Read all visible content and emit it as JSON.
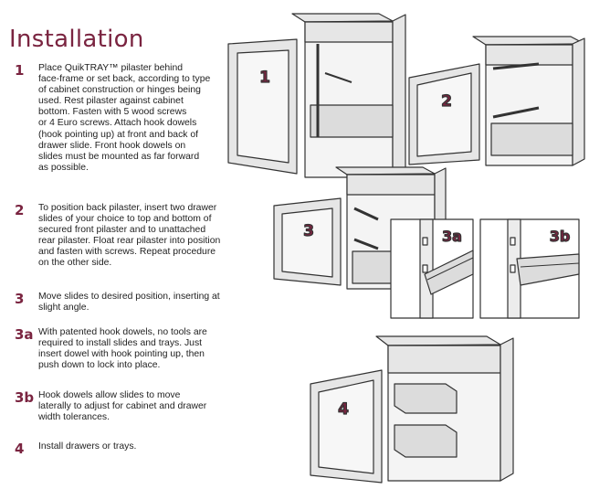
{
  "title": "Installation",
  "steps": [
    {
      "num": "1",
      "text": "Place QuikTRAY™ pilaster behind\nface-frame or set back, according to type\nof cabinet construction or hinges being\nused. Rest pilaster against cabinet\nbottom. Fasten with 5 wood screws\nor 4 Euro screws. Attach hook dowels\n(hook pointing up) at front and back of\ndrawer slide.   Front hook dowels on\nslides must be mounted as far forward\nas possible."
    },
    {
      "num": "2",
      "text": "To position back pilaster, insert two drawer\nslides of your choice to top and bottom of\nsecured front pilaster and to unattached\nrear pilaster. Float rear pilaster into position\nand fasten with screws. Repeat procedure\non the other side."
    },
    {
      "num": "3",
      "text": "Move slides to desired position, inserting at\nslight angle."
    },
    {
      "num": "3a",
      "text": "With patented hook dowels, no tools are\nrequired to install slides and trays. Just\ninsert dowel with hook pointing up, then\npush down to lock into place."
    },
    {
      "num": "3b",
      "text": "Hook dowels allow slides to move\nlaterally to  adjust for cabinet and drawer\nwidth tolerances."
    },
    {
      "num": "4",
      "text": "Install drawers or trays."
    }
  ],
  "figures": {
    "f1": "1",
    "f2": "2",
    "f3": "3",
    "f3a": "3a",
    "f3b": "3b",
    "f4": "4"
  },
  "colors": {
    "accent": "#7a2440",
    "line": "#333333",
    "cabinet": "#e6e6e6",
    "interior": "#f4f4f4"
  }
}
